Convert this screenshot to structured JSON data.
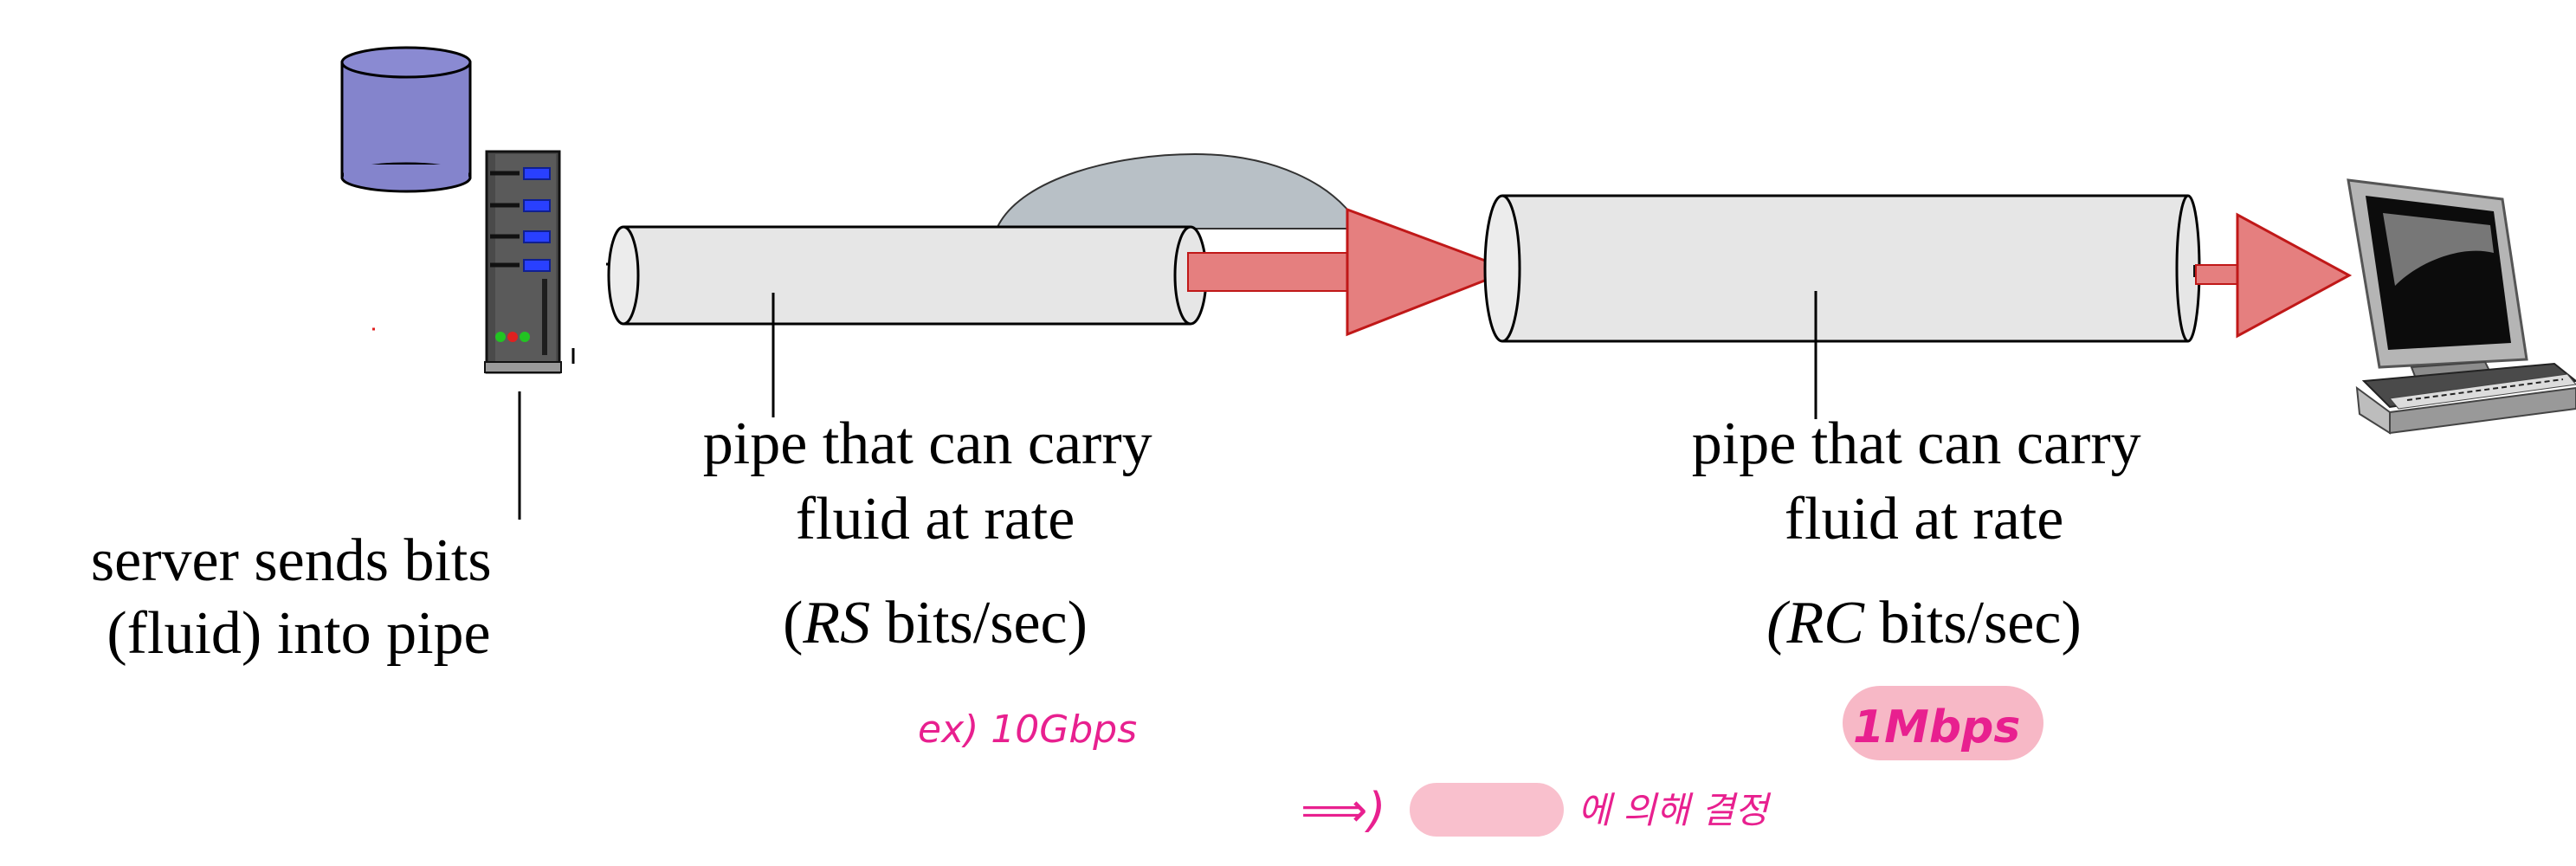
{
  "server": {
    "caption_line1": "server sends bits",
    "caption_line2": "(fluid) into pipe"
  },
  "pipe_rs": {
    "caption_line1": "pipe that can carry",
    "caption_line2": "fluid at rate",
    "rate_paren_open": "(",
    "rate_var": "RS",
    "rate_rest": " bits/sec)"
  },
  "pipe_rc": {
    "caption_line1": "pipe that can carry",
    "caption_line2": "fluid at rate",
    "rate_paren_open": "(",
    "rate_var": "RC",
    "rate_rest": " bits/sec)"
  },
  "annotations": {
    "rs_example": "ex) 10Gbps",
    "rc_example": "1Mbps",
    "conclusion_arrow": "⟹)",
    "conclusion_text": "에 의해 결정"
  },
  "colors": {
    "database": "#8484cc",
    "pipe_fill": "#e6e6e6",
    "arrow_fill": "#e57f7f",
    "arrow_stroke": "#c01818",
    "bump_fill": "#b8c0c6",
    "handwriting": "#e8208f",
    "highlight": "#f7b8c6"
  }
}
